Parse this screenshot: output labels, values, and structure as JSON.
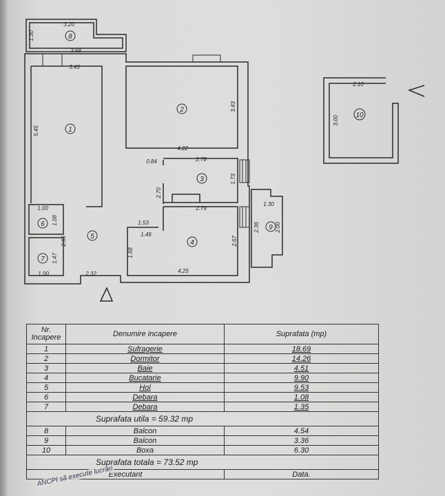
{
  "plan": {
    "room_numbers": [
      "1",
      "2",
      "3",
      "4",
      "5",
      "6",
      "7",
      "8",
      "9",
      "10"
    ],
    "dimensions": {
      "b8_top": "3.20",
      "b8_side": "1.30",
      "b8_bottom": "3.68",
      "r1_top": "3.43",
      "r1_side": "5.45",
      "r2_side": "3.43",
      "r2_bottom": "4.22",
      "hall_gap": "0.84",
      "r3_top": "2.78",
      "r3_side": "1.73",
      "r3_left": "2.70",
      "r4_top": "2.79",
      "r4_a": "1.53",
      "r4_b": "1.46",
      "r4_left": "1.68",
      "r4_side": "2.67",
      "r4_bottom": "4.25",
      "r9_top": "1.30",
      "r9_left": "2.36",
      "r9_right": "2.00",
      "r6_top": "1.00",
      "r6_side": "1.08",
      "r5_side": "2.66",
      "r7_side": "1.47",
      "r7_bottom": "1.00",
      "r5_bottom": "2.32",
      "r10_top": "2.10",
      "r10_side": "3.00"
    }
  },
  "table": {
    "headers": {
      "nr": "Nr. Incapere",
      "name": "Denumire incapere",
      "area": "Suprafata (mp)"
    },
    "rows": [
      {
        "nr": "1",
        "name": "Sufragerie",
        "area": "18.69"
      },
      {
        "nr": "2",
        "name": "Dormitor",
        "area": "14.26"
      },
      {
        "nr": "3",
        "name": "Baie",
        "area": "4.51"
      },
      {
        "nr": "4",
        "name": "Bucatarie",
        "area": "9.90"
      },
      {
        "nr": "5",
        "name": "Hol",
        "area": "9.53"
      },
      {
        "nr": "6",
        "name": "Debara",
        "area": "1.08"
      },
      {
        "nr": "7",
        "name": "Debara",
        "area": "1.35"
      }
    ],
    "useful_area": "Suprafata utila = 59.32 mp",
    "extra_rows": [
      {
        "nr": "8",
        "name": "Balcon",
        "area": "4.54"
      },
      {
        "nr": "9",
        "name": "Balcon",
        "area": "3.36"
      },
      {
        "nr": "10",
        "name": "Boxa",
        "area": "6.30"
      }
    ],
    "total_area": "Suprafata totala = 73.52 mp",
    "footer": {
      "executant": "Executant",
      "data": "Data."
    },
    "stamp_text": "ANCPI să execute lucrări"
  }
}
